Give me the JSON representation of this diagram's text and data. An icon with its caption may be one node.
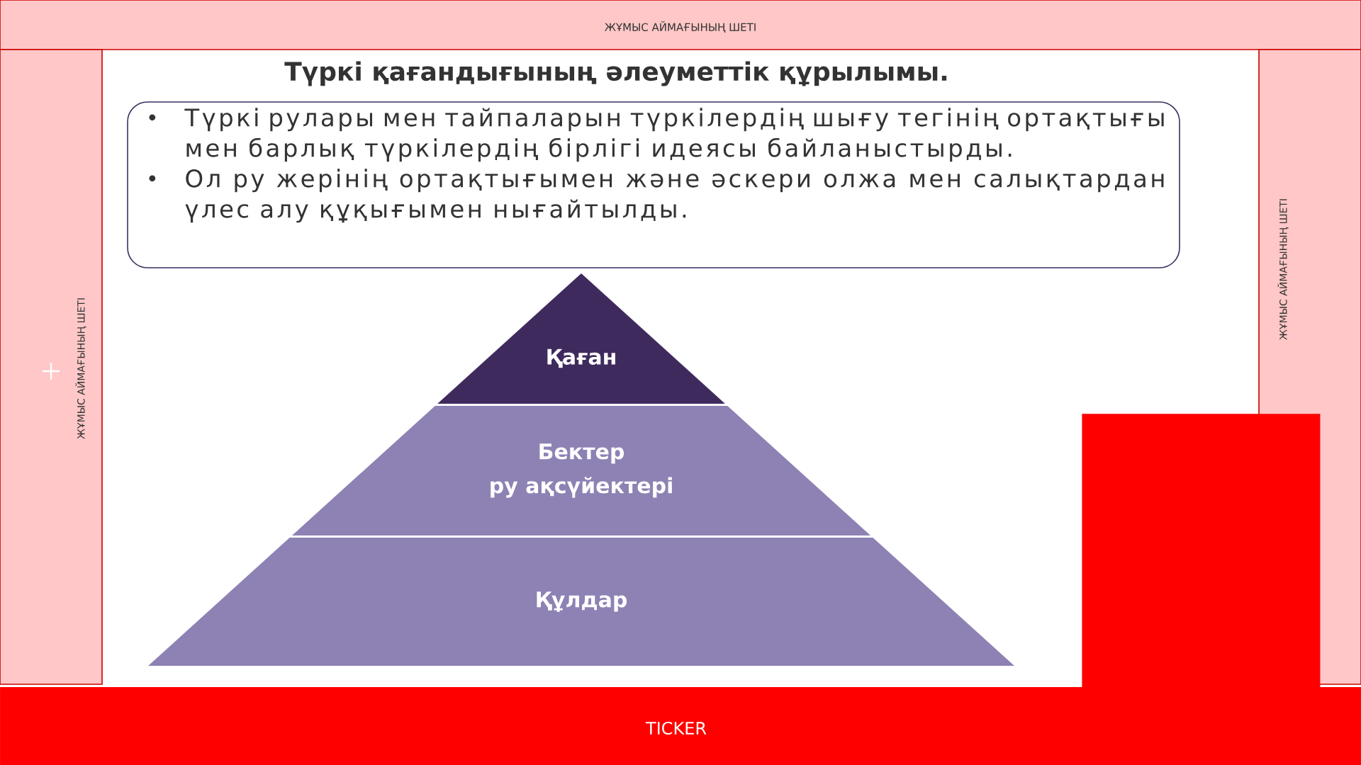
{
  "diagram": {
    "title": "Түркі қағандығының әлеуметтік құрылымы.",
    "nodes": [
      {
        "text": [
          "ЖҰМЫС АЙМАҒЫНЫҢ ШЕТІ"
        ]
      },
      {
        "text": [
          "ЖҰМЫС АЙМАҒЫНЫҢ ШЕТІ"
        ]
      },
      {
        "text": [
          "ЖҰМЫС АЙМАҒЫНЫҢ ШЕТІ"
        ]
      },
      {
        "text": [
          "Түркі рулары мен тайпаларын түркілердің шығу тегінің ортақтығы мен барлық түркілердің бірлігі идеясы байланыстырды.",
          "Ол ру жерінің ортақтығымен және әскери олжа мен салықтардан үлес алу құқығымен нығайтылды."
        ]
      },
      {
        "text": [
          "Қаған"
        ]
      },
      {
        "text": [
          "Бектер",
          "ру ақсүйектері"
        ]
      },
      {
        "text": [
          "Құлдар"
        ]
      },
      {
        "text": [],
        "shape": "box"
      },
      {
        "text": [
          "TICKER"
        ]
      }
    ],
    "edges": []
  }
}
